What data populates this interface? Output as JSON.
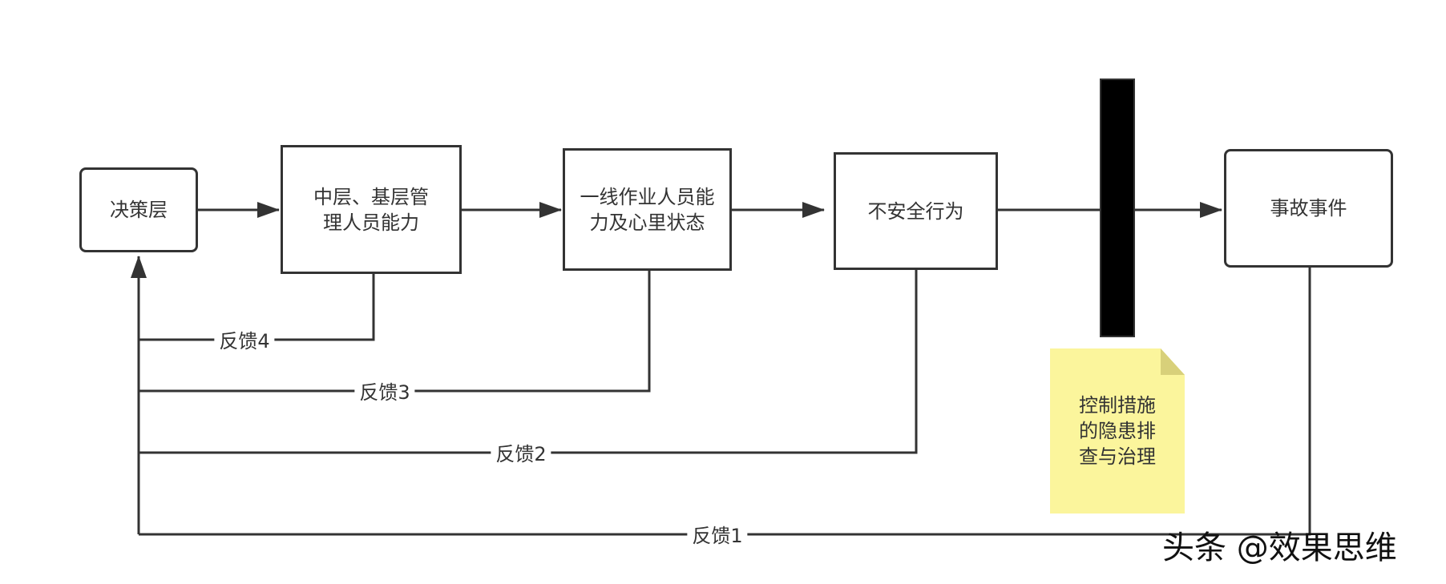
{
  "nodes": {
    "decision": "决策层",
    "management": "中层、基层管理人员能力",
    "frontline": "一线作业人员能力及心里状态",
    "unsafe_behavior": "不安全行为",
    "accident": "事故事件"
  },
  "feedback": {
    "f1": "反馈1",
    "f2": "反馈2",
    "f3": "反馈3",
    "f4": "反馈4"
  },
  "note": {
    "text": "控制措施的隐患排查与治理"
  },
  "watermark": "头条 @效果思维",
  "colors": {
    "line": "#333333",
    "barrier": "#000000",
    "note": "#fbf59c",
    "note_fold": "#d8d07a"
  }
}
